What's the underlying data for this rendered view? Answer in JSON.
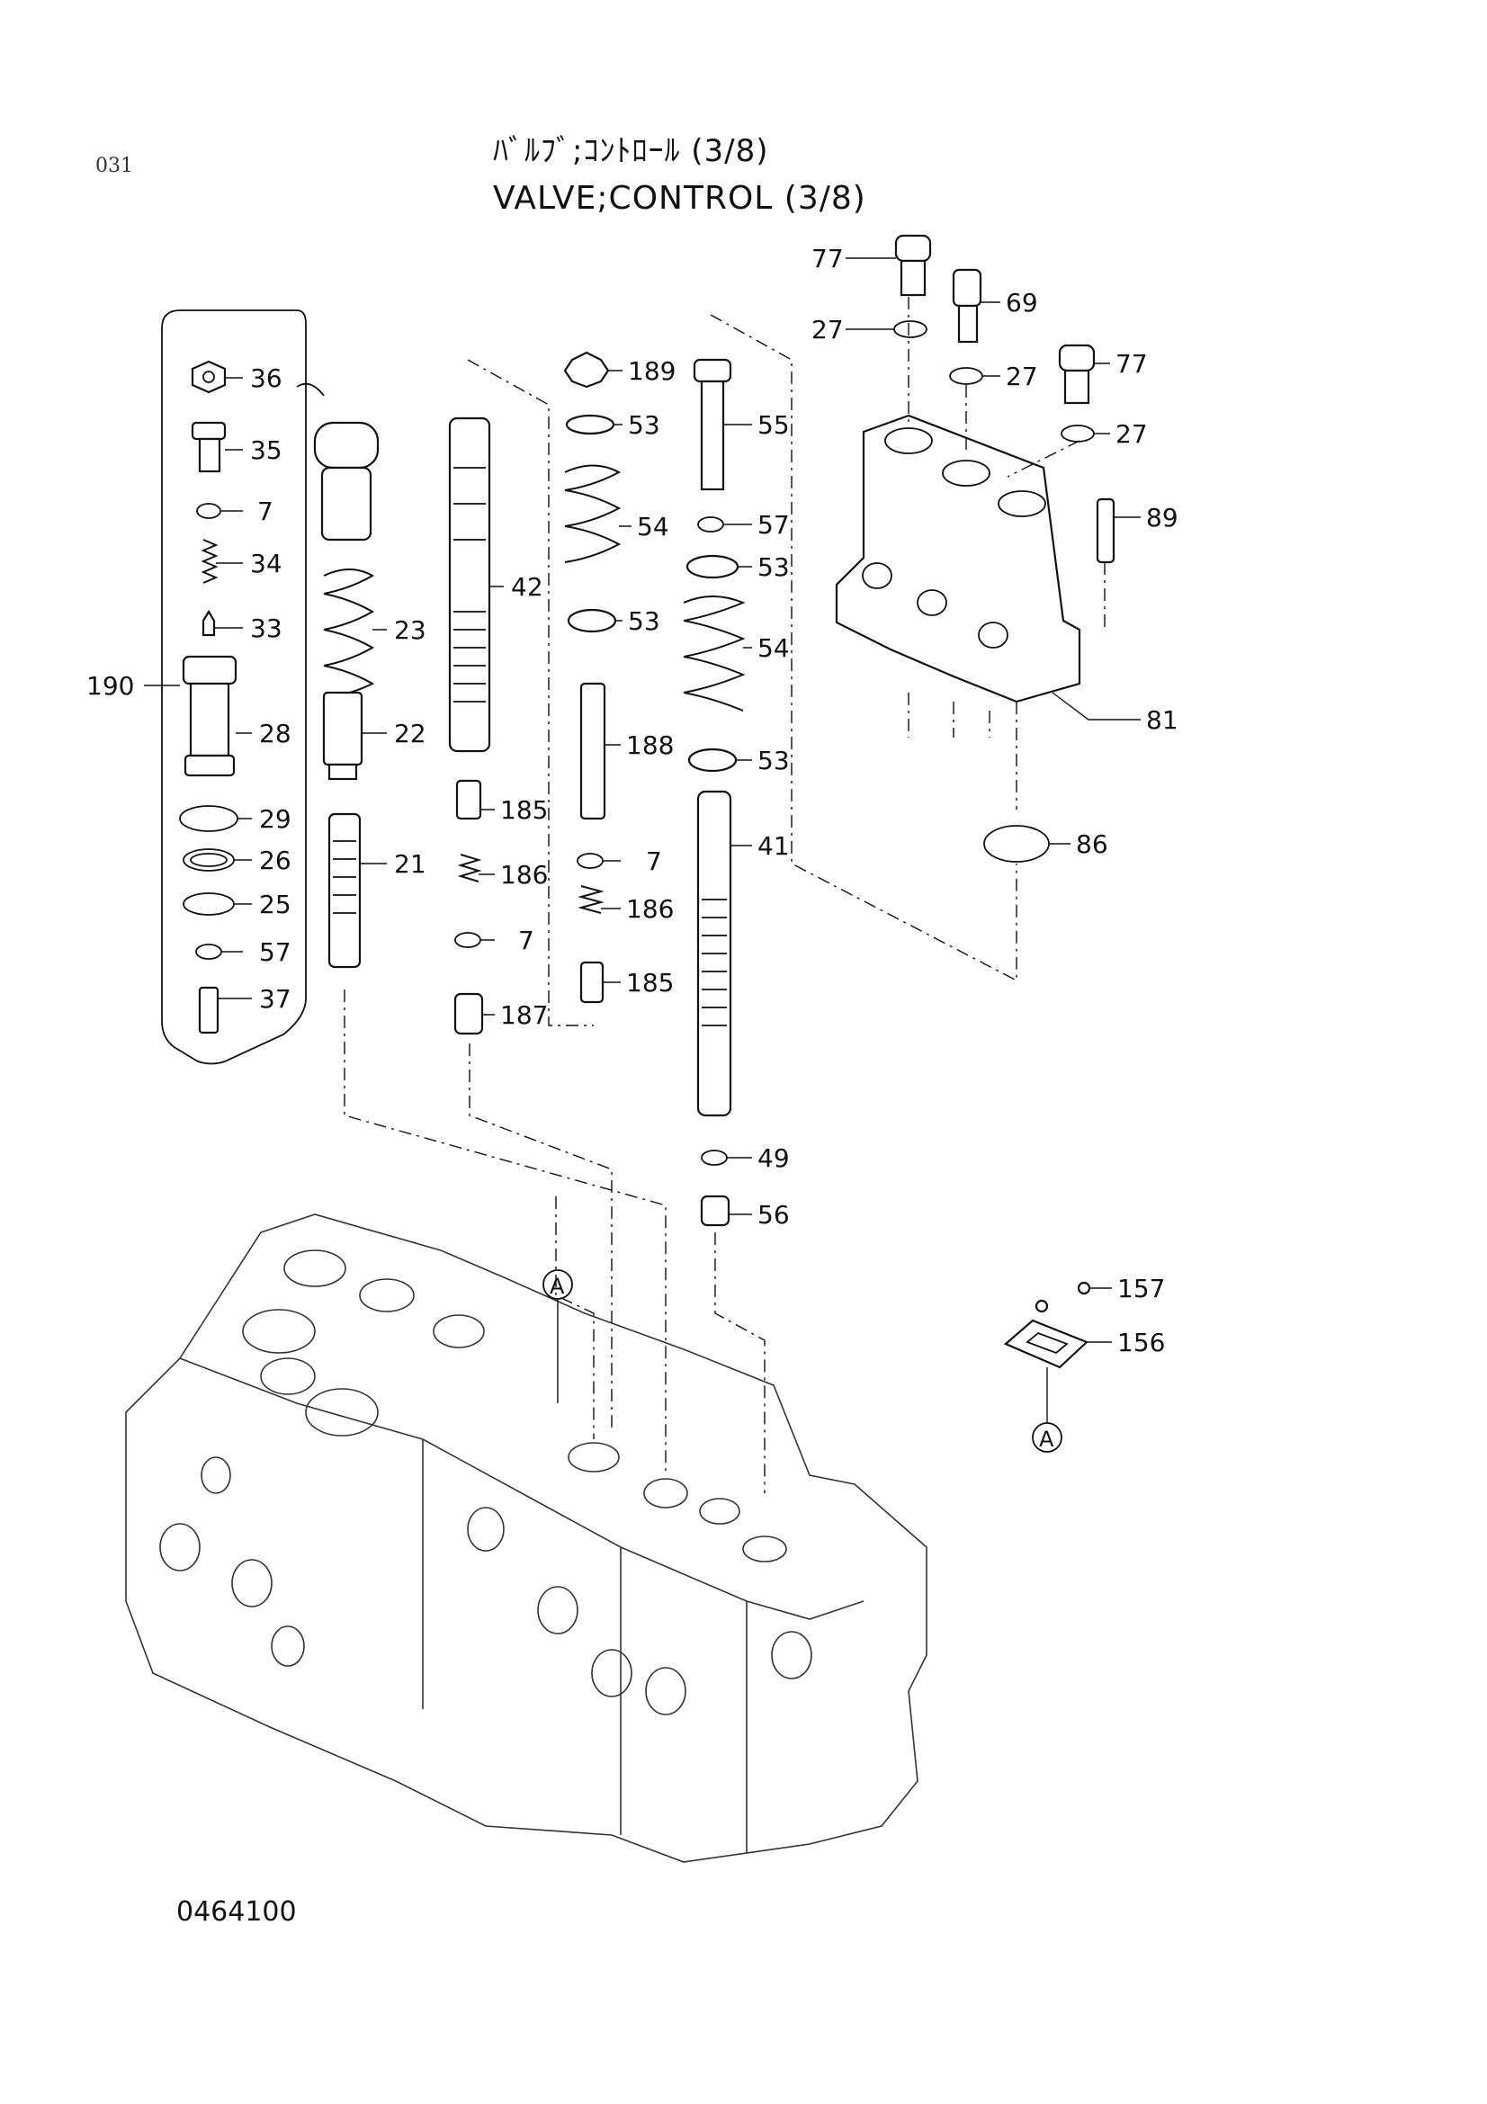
{
  "page": {
    "number": "031",
    "title_jp": "ﾊﾞﾙﾌﾞ;ｺﾝﾄﾛｰﾙ (3/8)",
    "title_en": "VALVE;CONTROL (3/8)",
    "drawing_code": "0464100"
  },
  "callouts": [
    {
      "id": "c36",
      "label": "36"
    },
    {
      "id": "c35",
      "label": "35"
    },
    {
      "id": "c7a",
      "label": "7"
    },
    {
      "id": "c34",
      "label": "34"
    },
    {
      "id": "c33",
      "label": "33"
    },
    {
      "id": "c190",
      "label": "190"
    },
    {
      "id": "c28",
      "label": "28"
    },
    {
      "id": "c29",
      "label": "29"
    },
    {
      "id": "c26",
      "label": "26"
    },
    {
      "id": "c25",
      "label": "25"
    },
    {
      "id": "c57a",
      "label": "57"
    },
    {
      "id": "c37",
      "label": "37"
    },
    {
      "id": "c23",
      "label": "23"
    },
    {
      "id": "c22",
      "label": "22"
    },
    {
      "id": "c21",
      "label": "21"
    },
    {
      "id": "c42",
      "label": "42"
    },
    {
      "id": "c185a",
      "label": "185"
    },
    {
      "id": "c186a",
      "label": "186"
    },
    {
      "id": "c7b",
      "label": "7"
    },
    {
      "id": "c187",
      "label": "187"
    },
    {
      "id": "c189",
      "label": "189"
    },
    {
      "id": "c53a",
      "label": "53"
    },
    {
      "id": "c54a",
      "label": "54"
    },
    {
      "id": "c53b",
      "label": "53"
    },
    {
      "id": "c188",
      "label": "188"
    },
    {
      "id": "c7c",
      "label": "7"
    },
    {
      "id": "c186b",
      "label": "186"
    },
    {
      "id": "c185b",
      "label": "185"
    },
    {
      "id": "c55",
      "label": "55"
    },
    {
      "id": "c57b",
      "label": "57"
    },
    {
      "id": "c53c",
      "label": "53"
    },
    {
      "id": "c54b",
      "label": "54"
    },
    {
      "id": "c53d",
      "label": "53"
    },
    {
      "id": "c41",
      "label": "41"
    },
    {
      "id": "c49",
      "label": "49"
    },
    {
      "id": "c56",
      "label": "56"
    },
    {
      "id": "c77a",
      "label": "77"
    },
    {
      "id": "c27a",
      "label": "27"
    },
    {
      "id": "c69",
      "label": "69"
    },
    {
      "id": "c27b",
      "label": "27"
    },
    {
      "id": "c77b",
      "label": "77"
    },
    {
      "id": "c27c",
      "label": "27"
    },
    {
      "id": "c89",
      "label": "89"
    },
    {
      "id": "c81",
      "label": "81"
    },
    {
      "id": "c86",
      "label": "86"
    },
    {
      "id": "c157",
      "label": "157"
    },
    {
      "id": "c156",
      "label": "156"
    }
  ],
  "markers": [
    {
      "id": "mA1",
      "label": "A"
    },
    {
      "id": "mA2",
      "label": "A"
    }
  ]
}
